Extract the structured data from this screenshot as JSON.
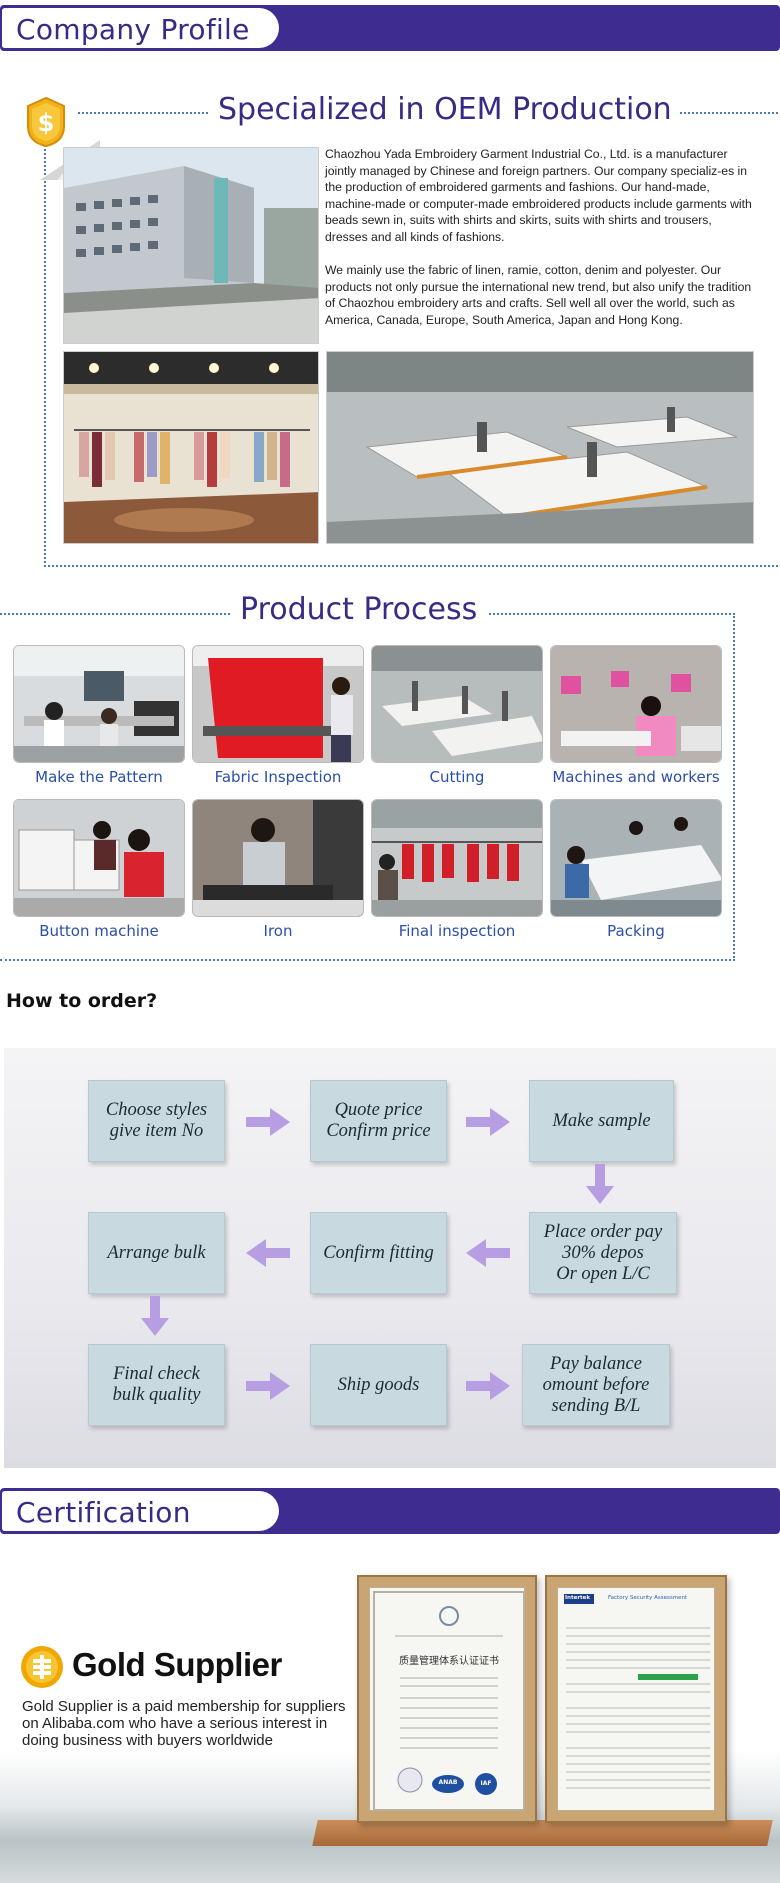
{
  "company_profile": {
    "banner_title": "Company Profile",
    "heading": "Specialized in OEM Production",
    "paragraph_1": "Chaozhou Yada Embroidery Garment Industrial Co., Ltd. is a manufacturer jointly managed by Chinese and foreign partners. Our company specializ-es in the production of embroidered garments and fashions. Our hand-made, machine-made or computer-made embroidered products include garments with beads sewn in, suits with shirts and skirts, suits with shirts and trousers, dresses and all kinds of fashions.",
    "paragraph_2": "We mainly use the fabric of linen, ramie, cotton, denim and polyester. Our products not only pursue the international new trend, but also unify the tradition of Chaozhou embroidery arts and crafts. Sell well all over the world, such as America, Canada, Europe, South America, Japan and Hong Kong.",
    "badge_symbol": "$"
  },
  "product_process": {
    "heading": "Product  Process",
    "steps": [
      {
        "label": "Make the Pattern"
      },
      {
        "label": "Fabric Inspection"
      },
      {
        "label": "Cutting"
      },
      {
        "label": "Machines and workers"
      },
      {
        "label": "Button machine"
      },
      {
        "label": "Iron"
      },
      {
        "label": "Final inspection"
      },
      {
        "label": "Packing"
      }
    ]
  },
  "how_to_order": {
    "heading": "How to order?",
    "boxes": [
      {
        "text": "Choose styles\ngive item No"
      },
      {
        "text": "Quote price\nConfirm price"
      },
      {
        "text": "Make sample"
      },
      {
        "text": "Place order pay\n30% depos\nOr open L/C"
      },
      {
        "text": "Confirm fitting"
      },
      {
        "text": "Arrange bulk"
      },
      {
        "text": "Final check\nbulk quality"
      },
      {
        "text": "Ship goods"
      },
      {
        "text": "Pay balance\nomount before\nsending B/L"
      }
    ],
    "arrow_color": "#b79ee3",
    "box_color": "#c9d9e0"
  },
  "certification": {
    "banner_title": "Certification",
    "gold_supplier_title": "Gold Supplier",
    "gold_supplier_desc": "Gold Supplier is a paid membership for suppliers on Alibaba.com who have a serious interest in doing business with buyers worldwide",
    "cert_1_heading": "质量管理体系认证证书",
    "cert_1_badge_1": "ANAB",
    "cert_1_badge_2": "IAF",
    "cert_2_brand": "Intertek",
    "cert_2_heading": "Factory Security Assessment"
  },
  "colors": {
    "banner": "#3f2c91",
    "heading": "#3a2a86",
    "caption": "#2a4fa8",
    "dotted_line": "#4a7bb5"
  }
}
